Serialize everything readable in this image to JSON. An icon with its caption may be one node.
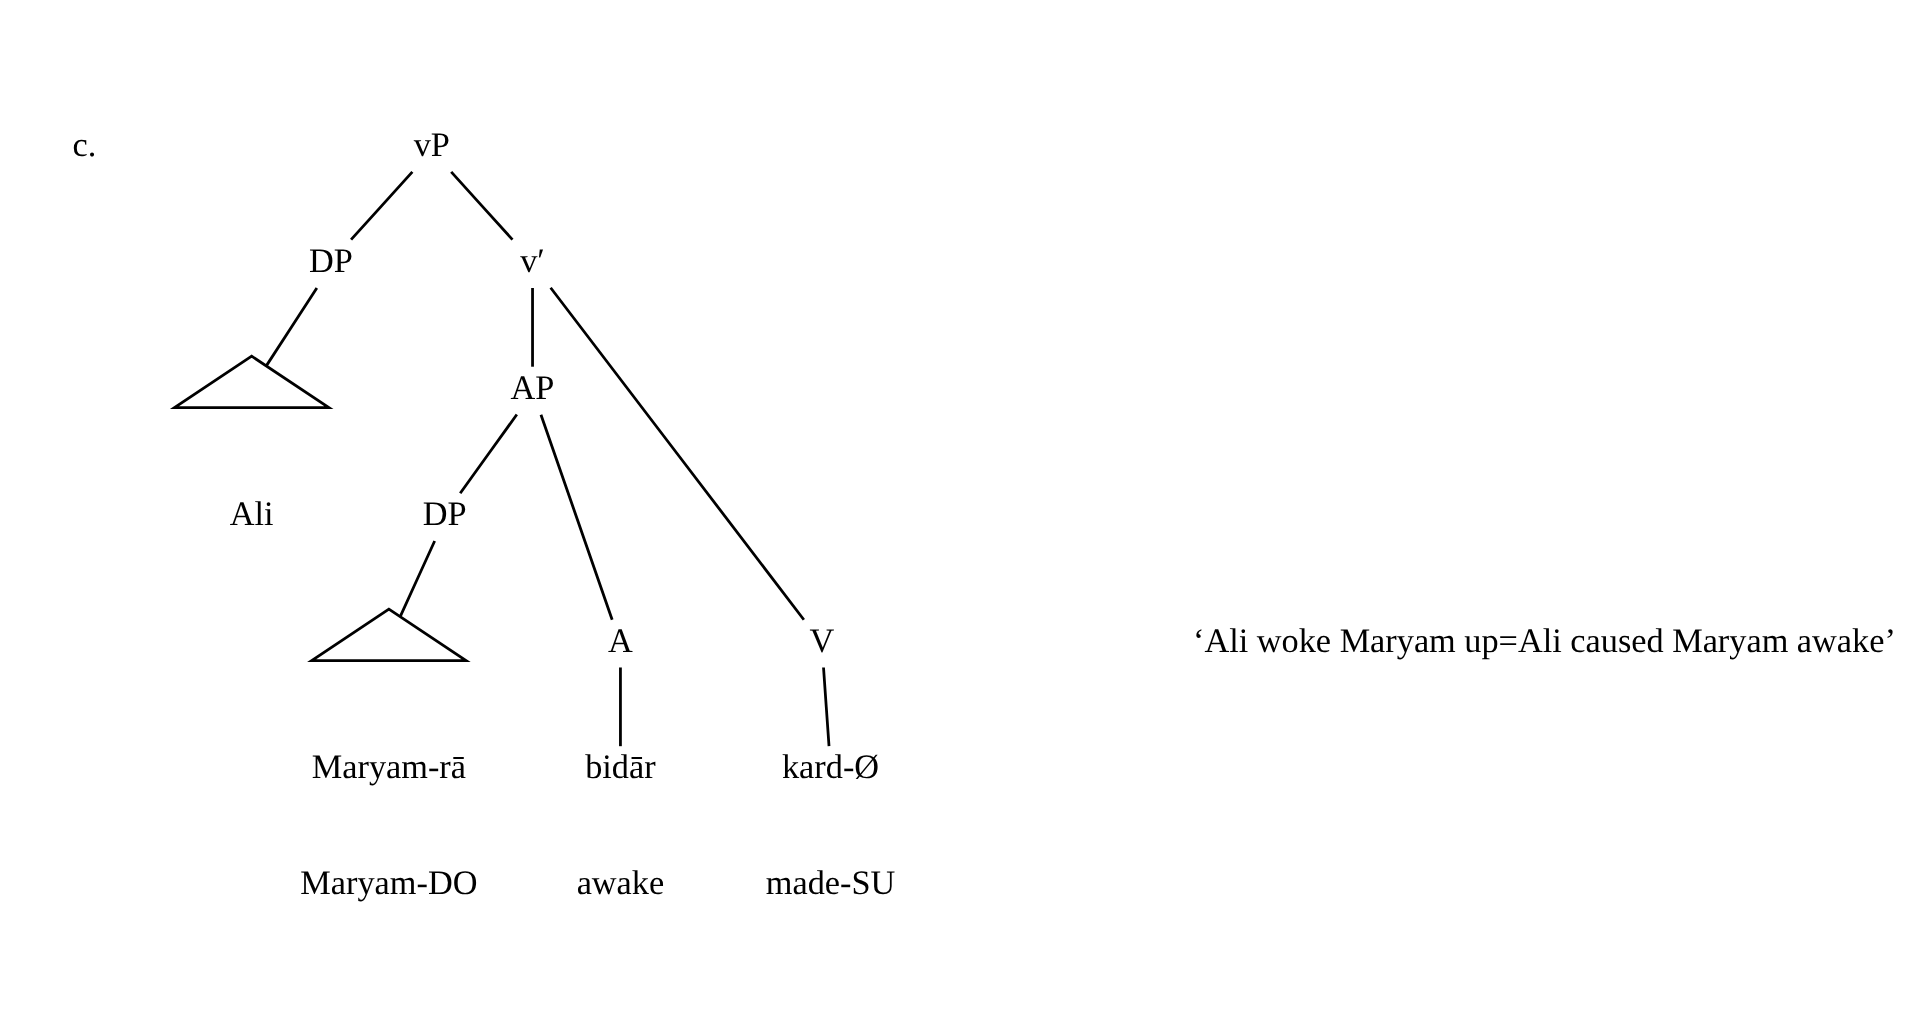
{
  "diagram": {
    "nodes": [
      {
        "text": [
          "vP"
        ]
      },
      {
        "text": [
          "DP"
        ]
      },
      {
        "text": [
          "v′"
        ]
      },
      {
        "text": [],
        "shape": "triangle",
        "beside": [
          "Ali"
        ]
      },
      {
        "text": [
          "AP"
        ]
      },
      {
        "text": [
          "V"
        ]
      },
      {
        "text": [
          "DP"
        ]
      },
      {
        "text": [
          "A"
        ]
      },
      {
        "text": [],
        "shape": "triangle",
        "beside": [
          "Maryam-rā"
        ]
      },
      {
        "text": [
          "bidār"
        ]
      },
      {
        "text": [
          "kard-Ø"
        ]
      }
    ],
    "edges": [
      {
        "from": 0,
        "to": 1,
        "arrow": "none"
      },
      {
        "from": 0,
        "to": 2,
        "arrow": "none"
      },
      {
        "from": 1,
        "to": 3,
        "arrow": "none"
      },
      {
        "from": 2,
        "to": 4,
        "arrow": "none"
      },
      {
        "from": 2,
        "to": 5,
        "arrow": "none"
      },
      {
        "from": 4,
        "to": 6,
        "arrow": "none"
      },
      {
        "from": 4,
        "to": 7,
        "arrow": "none"
      },
      {
        "from": 6,
        "to": 8,
        "arrow": "none"
      },
      {
        "from": 7,
        "to": 9,
        "arrow": "none"
      },
      {
        "from": 5,
        "to": 10,
        "arrow": "none"
      }
    ],
    "labels": [
      "c.",
      "‘Ali woke Maryam up=Ali caused Maryam awake’",
      "Maryam-DO",
      "awake",
      "made-SU"
    ]
  }
}
